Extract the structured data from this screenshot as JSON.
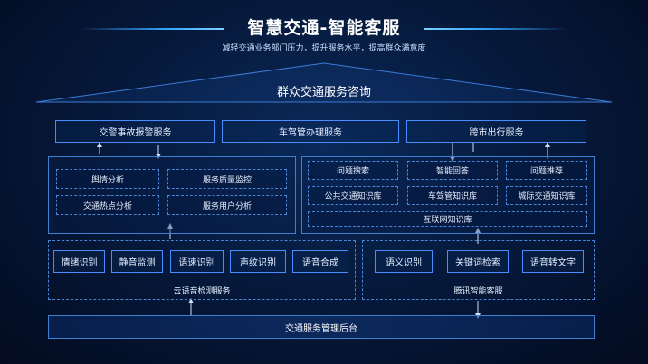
{
  "header": {
    "title": "智慧交通-智能客服",
    "subtitle": "减轻交通业务部门压力，提升服务水平，提高群众满意度"
  },
  "roof_label": "群众交通服务咨询",
  "services": [
    "交警事故报警服务",
    "车驾管办理服务",
    "跨市出行服务"
  ],
  "analysis": {
    "left": [
      "舆情分析",
      "交通热点分析"
    ],
    "right": [
      "服务质量监控",
      "服务用户分析"
    ]
  },
  "knowledge": {
    "row1": [
      "问题搜索",
      "智能回答",
      "问题推荐"
    ],
    "row2": [
      "公共交通知识库",
      "车驾管知识库",
      "城际交通知识库"
    ],
    "wide": "互联网知识库"
  },
  "voice": {
    "items": [
      "情绪识别",
      "静音监测",
      "语速识别",
      "声纹识别",
      "语音合成"
    ],
    "label": "云语音检测服务"
  },
  "tencent": {
    "items": [
      "语义识别",
      "关键词检索",
      "语音转文字"
    ],
    "label": "腾讯智能客服"
  },
  "backend": "交通服务管理后台",
  "colors": {
    "background": "#061a3d",
    "border": "#3c7bd6",
    "accent": "#34a6ff"
  }
}
